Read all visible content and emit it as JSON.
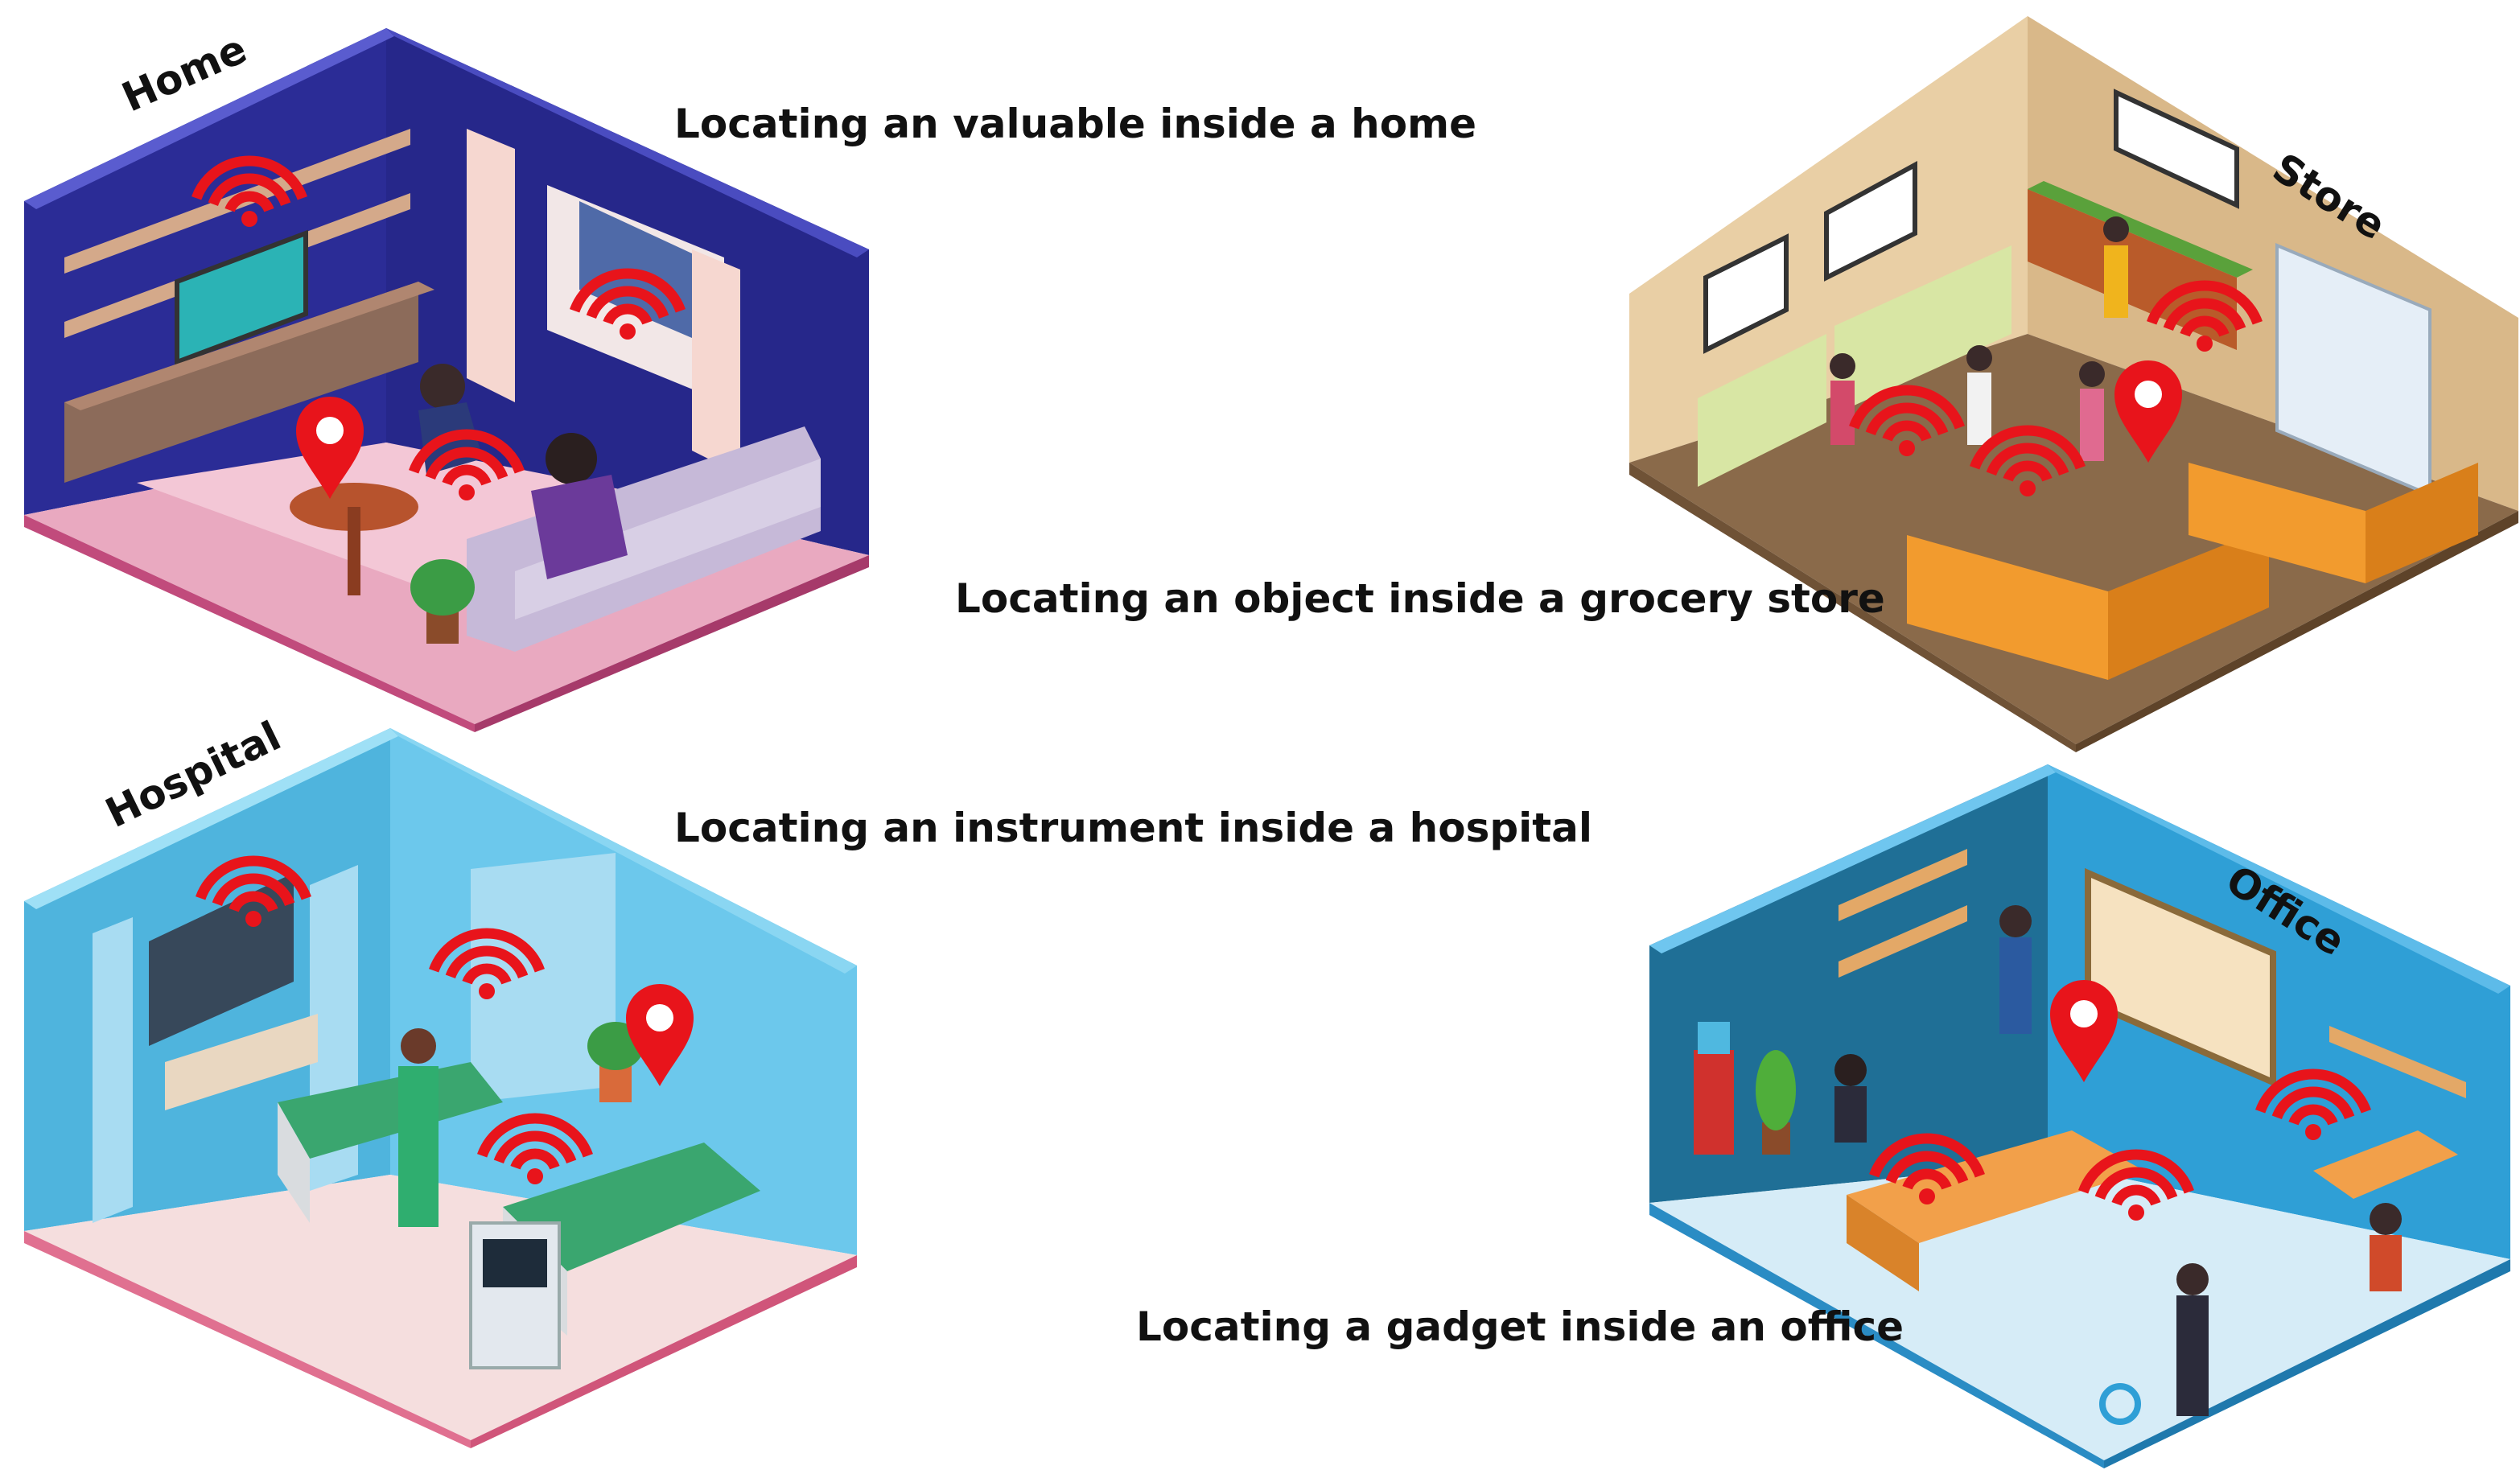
{
  "rooms": {
    "home": {
      "label": "Home",
      "caption": "Locating an valuable inside a home"
    },
    "store": {
      "label": "Store",
      "caption": "Locating an object inside a grocery store"
    },
    "hospital": {
      "label": "Hospital",
      "caption": "Locating an instrument inside a hospital"
    },
    "office": {
      "label": "Office",
      "caption": "Locating a gadget inside an office"
    }
  },
  "colors": {
    "signal": "#e8141b",
    "home_wall": "#2e2f9e",
    "store_wall": "#e6caa1",
    "hospital_wall": "#5ec4e8",
    "office_wall": "#2f9fd6"
  },
  "icons": [
    "wifi-signal-icon",
    "location-pin-icon"
  ]
}
